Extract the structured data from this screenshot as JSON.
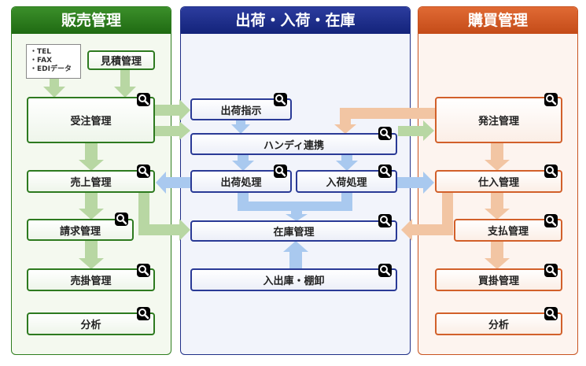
{
  "panels": {
    "sales": "販売管理",
    "shipping": "出荷・入荷・在庫",
    "purchasing": "購買管理"
  },
  "note": {
    "lines": [
      "・TEL",
      "・FAX",
      "・EDIデータ"
    ]
  },
  "sales": {
    "estimate": "見積管理",
    "order_receiving": "受注管理",
    "sales": "売上管理",
    "billing": "請求管理",
    "receivables": "売掛管理",
    "analysis": "分析"
  },
  "shipping": {
    "ship_instruction": "出荷指示",
    "handy": "ハンディ連携",
    "ship_process": "出荷処理",
    "receive_process": "入荷処理",
    "inventory": "在庫管理",
    "stocktaking": "入出庫・棚卸"
  },
  "purchasing": {
    "ordering": "発注管理",
    "purchase": "仕入管理",
    "payment": "支払管理",
    "payables": "買掛管理",
    "analysis": "分析"
  },
  "colors": {
    "sales_header": "#2a7d1c",
    "shipping_header": "#1c2c88",
    "purchasing_header": "#d45a24",
    "green_arrow": "#b8d7a3",
    "blue_arrow": "#a9c9ef",
    "orange_arrow": "#f2c5a3"
  },
  "icons": {
    "detail": "magnifier-icon"
  }
}
